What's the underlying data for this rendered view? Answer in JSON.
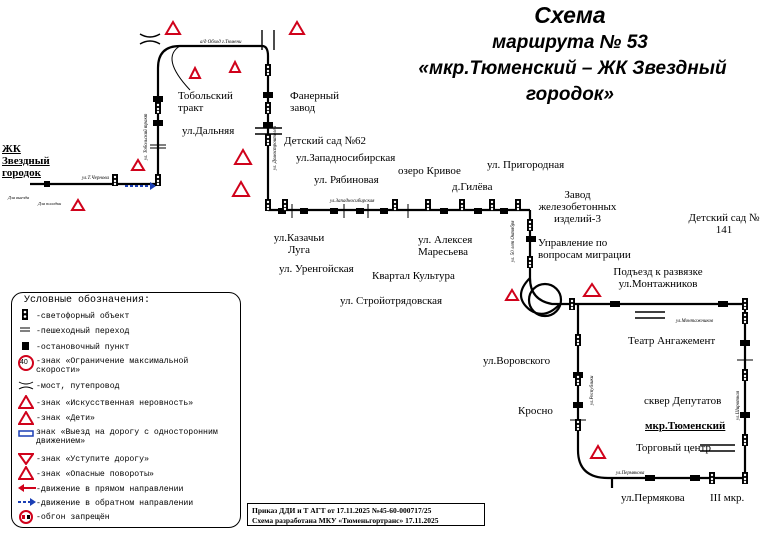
{
  "title": {
    "line1": "Схема",
    "line2": "маршрута № 53",
    "line3": "«мкр.Тюменский  – ЖК Звездный",
    "line4": "городок»"
  },
  "stops": {
    "zhk": "ЖК Звездный городок",
    "tobolsky": "Тобольский тракт",
    "dalnyaya": "ул.Дальняя",
    "fanerny": "Фанерный завод",
    "sad62": "Детский сад №62",
    "zapsib": "ул.Западносибирская",
    "ryabinovaya": "ул. Рябиновая",
    "krivoe": "озеро Кривое",
    "gileva": "д.Гилёва",
    "prigorodnaya": "ул. Пригородная",
    "zavod": "Завод железобетонных изделий-3",
    "kazachi": "ул.Казачьи Луга",
    "urengoyskaya": "ул. Уренгойская",
    "kvartal": "Квартал Культура",
    "stroyotryad": "ул. Стройотрядовская",
    "maresieva": "ул. Алексея Маресьева",
    "migration": "Управление по вопросам миграции",
    "sad141": "Детский сад № 141",
    "montazhnikov": "Подъезд к развязке ул.Монтажников",
    "teatr": "Театр Ангажемент",
    "vorovskogo": "ул.Воровского",
    "krosno": "Кросно",
    "skver": "сквер Депутатов",
    "tyumensky": "мкр.Тюменский",
    "torgovy": "Торговый центр",
    "permyakova": "ул.Пермякова",
    "iii": "III мкр."
  },
  "streets": {
    "obvod": "а/д Обход г.Тюмени",
    "tobolsky_tr": "ул. Тобольский тракт",
    "chernova": "ул.Т.Чернова",
    "dlya_vyezda": "Для выезда",
    "dlya_posadki": "Для посадки",
    "domostroiteley": "ул. Домостроителей",
    "zapsibirskaya": "ул.Западносибирская",
    "let50": "ул. 50 лет Октября",
    "montazhnikov": "ул.Монтажников",
    "permyakova": "ул.Пермякова",
    "respubliki": "ул.Республики",
    "shirotnaya": "ул.Широтная"
  },
  "legend": {
    "title": "Условные обозначения:",
    "items": [
      "-светофорный объект",
      "-пешеходный переход",
      "-остановочный пункт",
      "-знак «Ограничение максимальной скорости»",
      "-мост, путепровод",
      "-знак «Искусственная неровность»",
      "-знак «Дети»",
      "знак «Выезд на дорогу с односторонним движением»",
      "-знак «Уступите дорогу»",
      "-знак «Опасные повороты»",
      "-движение в прямом направлении",
      "-движение в обратном направлении",
      "-обгон запрещён"
    ],
    "speed_value": "40"
  },
  "order": {
    "line1": "Приказ ДДИ и Т АГТ от 17.11.2025 №45-60-000717/25",
    "line2": "Схема разработана МКУ «Тюменьгортранс» 17.11.2025"
  },
  "colors": {
    "direct": "#d0021b",
    "reverse": "#1b3fb5",
    "sign_red": "#d0021b"
  }
}
